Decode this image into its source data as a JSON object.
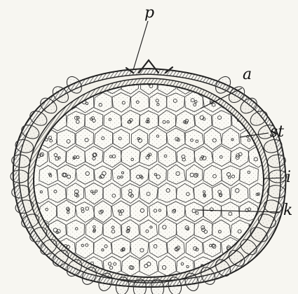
{
  "figure": {
    "labels": {
      "p": "p",
      "a": "a",
      "st": "st",
      "i": "i",
      "k": "k"
    },
    "colors": {
      "paper": "#f7f6f1",
      "ink": "#222222",
      "cell_fill": "#fbfaf5",
      "cell_stipple": "#8a8a8a"
    }
  }
}
